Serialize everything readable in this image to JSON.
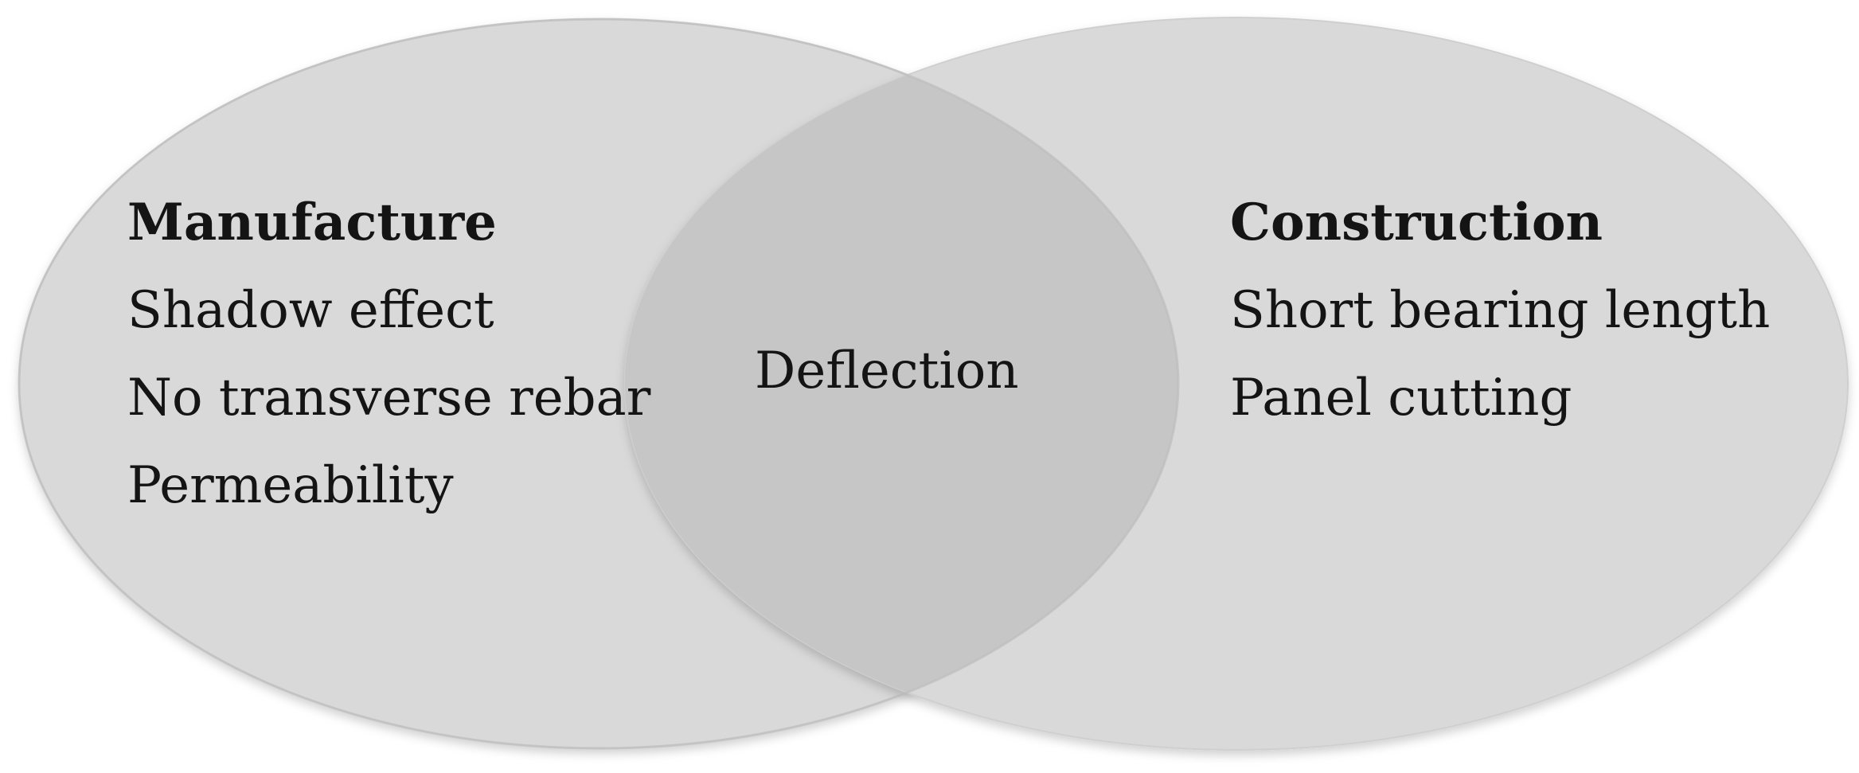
{
  "diagram": {
    "type": "venn",
    "fill_color": "#d9d9d9",
    "overlap_color": "#c6c6c6",
    "edge_color": "#bdbdbd",
    "left_set": {
      "title": "Manufacture",
      "items": [
        "Shadow effect",
        "No transverse rebar",
        "Permeability"
      ]
    },
    "right_set": {
      "title": "Construction",
      "items": [
        "Short bearing length",
        "Panel cutting"
      ]
    },
    "intersection": {
      "label": "Deflection"
    }
  }
}
